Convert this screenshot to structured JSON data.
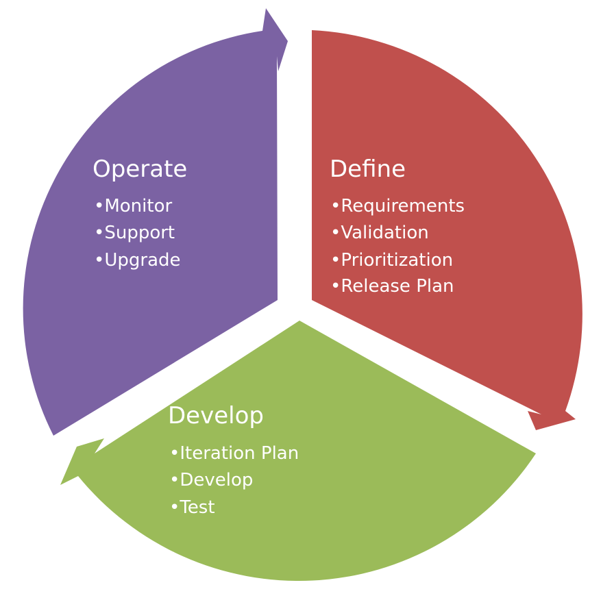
{
  "diagram": {
    "colors": {
      "operate": "#7b62a3",
      "define": "#c0504d",
      "develop": "#9bbb59",
      "text": "#ffffff",
      "background": "#ffffff"
    },
    "segments": {
      "operate": {
        "title": "Operate",
        "items": [
          "Monitor",
          "Support",
          "Upgrade"
        ]
      },
      "define": {
        "title": "Define",
        "items": [
          "Requirements",
          "Validation",
          "Prioritization",
          "Release Plan"
        ]
      },
      "develop": {
        "title": "Develop",
        "items": [
          "Iteration Plan",
          "Develop",
          "Test"
        ]
      }
    }
  }
}
